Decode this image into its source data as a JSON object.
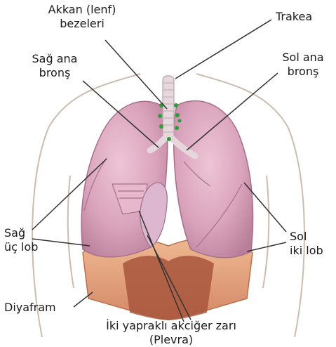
{
  "labels": {
    "lymph_nodes_1": "Akkan (lenf)",
    "lymph_nodes_2": "bezeleri",
    "trachea": "Trakea",
    "right_bronchus_1": "Sağ ana",
    "right_bronchus_2": "bronş",
    "left_bronchus_1": "Sol ana",
    "left_bronchus_2": "bronş",
    "right_lobes_1": "Sağ",
    "right_lobes_2": "üç lob",
    "left_lobes_1": "Sol",
    "left_lobes_2": "iki lob",
    "diaphragm": "Diyafram",
    "pleura_1": "İki yapraklı akciğer zarı",
    "pleura_2": "(Plevra)"
  },
  "colors": {
    "lung": "#d9a3bb",
    "lung_shadow": "#b97e99",
    "diaphragm": "#e0a07c",
    "diaphragm_dark": "#a8563c",
    "trachea": "#e6d7dc",
    "lymph": "#2e9b3a",
    "outline": "#c8b8a8",
    "leader": "#333333"
  }
}
